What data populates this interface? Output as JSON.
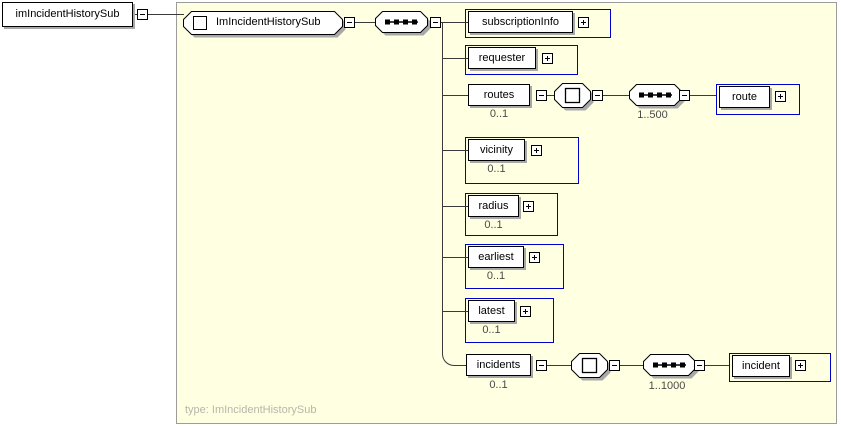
{
  "root_element": {
    "label": "imIncidentHistorySub"
  },
  "content_model": {
    "header_label": "ImIncidentHistorySub",
    "footer_type_label": "type: ImIncidentHistorySub"
  },
  "elements": {
    "subscriptionInfo": {
      "label": "subscriptionInfo",
      "occurrence": ""
    },
    "requester": {
      "label": "requester",
      "occurrence": ""
    },
    "routes": {
      "label": "routes",
      "occurrence": "0..1"
    },
    "route": {
      "label": "route",
      "occurrence": "1..500"
    },
    "vicinity": {
      "label": "vicinity",
      "occurrence": "0..1"
    },
    "radius": {
      "label": "radius",
      "occurrence": "0..1"
    },
    "earliest": {
      "label": "earliest",
      "occurrence": "0..1"
    },
    "latest": {
      "label": "latest",
      "occurrence": "0..1"
    },
    "incidents": {
      "label": "incidents",
      "occurrence": "0..1"
    },
    "incident": {
      "label": "incident",
      "occurrence": "1..1000"
    }
  },
  "icons": {
    "minus_box": "collapse-toggle (⊟)",
    "plus_box": "expand-toggle (⊞)",
    "sequence": "sequence-compositor (▪▪▪▪ octagon)",
    "complex_content": "content-model octagon with square",
    "element_marker": "element square marker"
  },
  "colors": {
    "panel_bg": "#ffffe2",
    "panel_border": "#9c9c9c",
    "blue_border": "#0000cd",
    "box_border": "#000000",
    "shadow": "#a8a8a8",
    "occurrence_text": "#4a4a4a",
    "type_label_text": "#b6b6aa"
  }
}
